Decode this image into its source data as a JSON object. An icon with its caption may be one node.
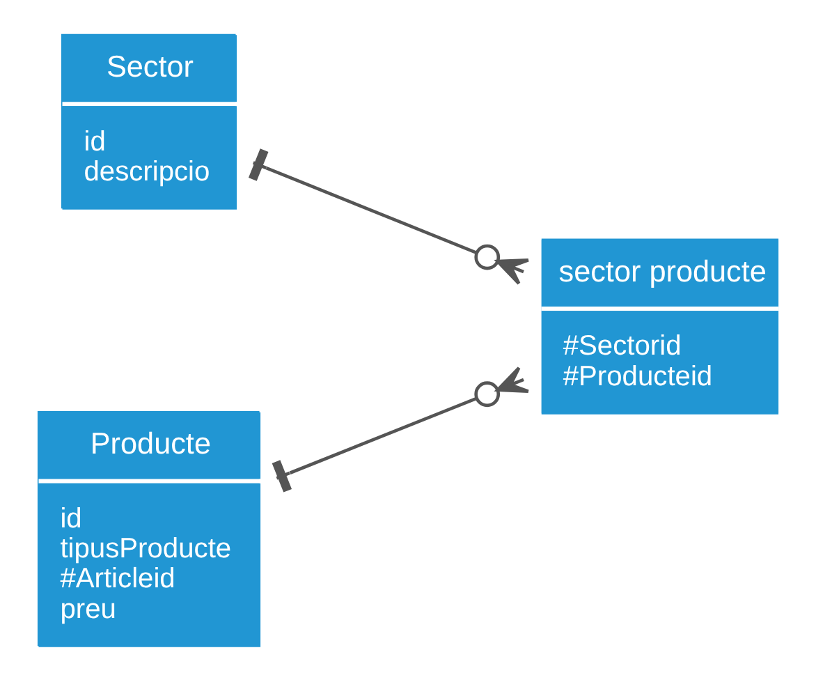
{
  "diagram": {
    "nodes": [
      {
        "text": [
          "Sector",
          "id descripcio"
        ]
      },
      {
        "text": [
          "sector producte",
          "#Sectorid #Producteid"
        ]
      },
      {
        "text": [
          "Producte",
          "id tipusProducte #Articleid preu"
        ]
      }
    ],
    "edges": [
      {
        "from": 0,
        "to": 1,
        "arrow": "other"
      },
      {
        "from": 2,
        "to": 1,
        "arrow": "other"
      }
    ]
  }
}
